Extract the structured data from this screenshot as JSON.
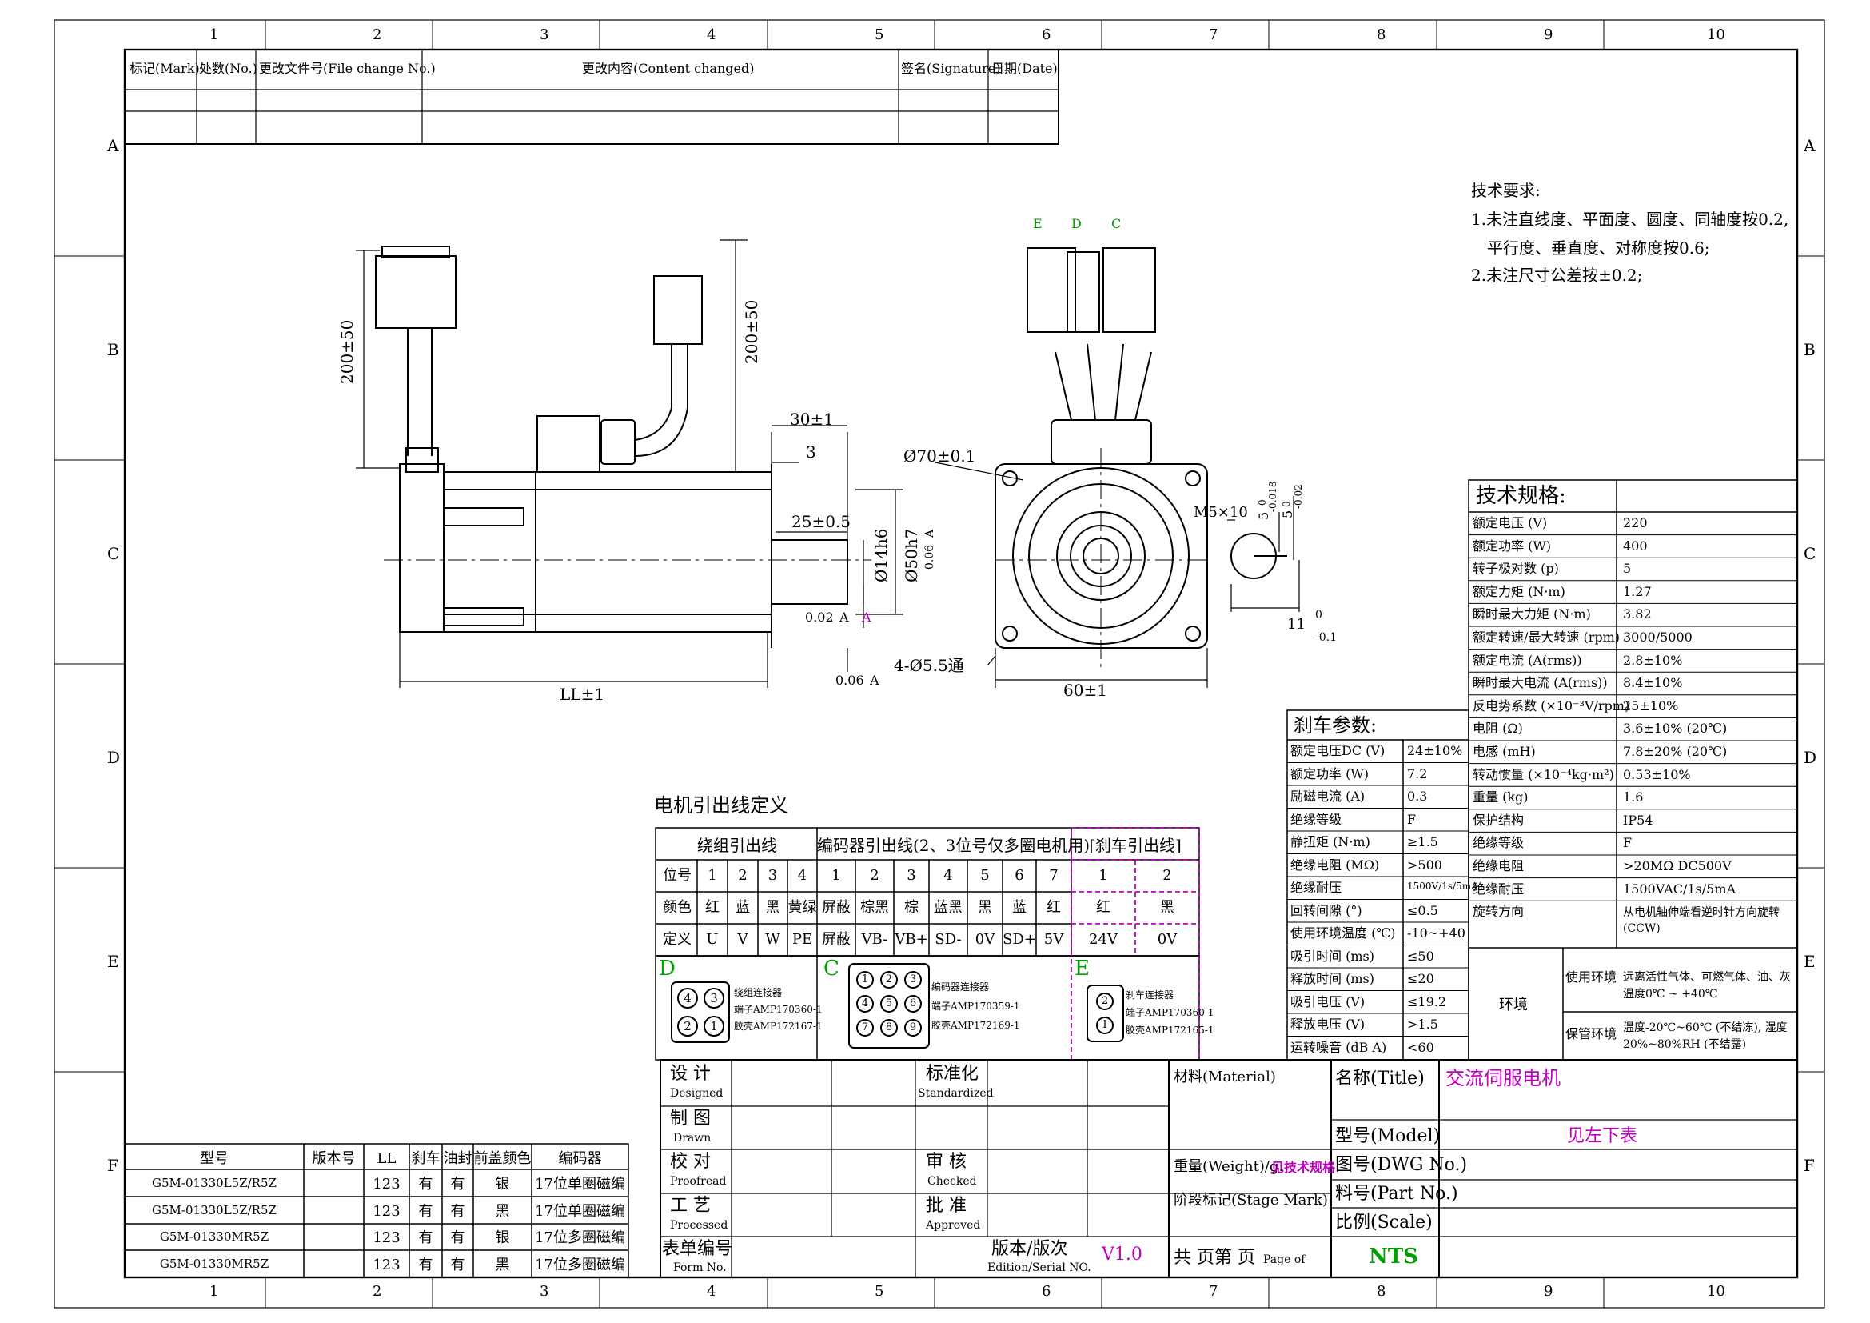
{
  "frame": {
    "cols": [
      "1",
      "2",
      "3",
      "4",
      "5",
      "6",
      "7",
      "8",
      "9",
      "10"
    ],
    "rows": [
      "A",
      "B",
      "C",
      "D",
      "E",
      "F"
    ]
  },
  "revision": {
    "headers": [
      "标记(Mark)",
      "处数(No.)",
      "更改文件号(File change No.)",
      "更改内容(Content changed)",
      "签名(Signature)",
      "日期(Date)"
    ]
  },
  "tech_req": {
    "title": "技术要求:",
    "line1": "1.未注直线度、平面度、圆度、同轴度按0.2,",
    "line2": "平行度、垂直度、对称度按0.6;",
    "line3": "2.未注尺寸公差按±0.2;"
  },
  "drawing": {
    "dim_200_left": "200±50",
    "dim_200_right": "200±50",
    "dim_30": "30±1",
    "dim_3": "3",
    "dim_25": "25±0.5",
    "dim_14": "Ø14h6",
    "dim_50": "Ø50h7",
    "tol_006_a": "0.06",
    "tol_a": "A",
    "runout_val": "0.02",
    "runout_ref": "A",
    "datum": "A",
    "perp_val": "0.06",
    "perp_ref": "A",
    "dim_ll": "LL±1",
    "dim_70": "Ø70±0.1",
    "dim_holes": "4-Ø5.5通",
    "dim_60": "60±1",
    "dim_m5": "M5×10",
    "dim_5_top": "5",
    "dim_5_upper": "0",
    "dim_5_lower": "-0.018",
    "dim_11": "11",
    "dim_11_upper": "0",
    "dim_11_lower": "-0.1",
    "dim_5_side": "5",
    "dim_5_side_tol": "-0.02",
    "dim_5_side_up": "0",
    "lbl_e": "E",
    "lbl_d": "D",
    "lbl_c": "C"
  },
  "specs": {
    "title": "技术规格:",
    "rows": [
      {
        "k": "额定电压 (V)",
        "v": "220"
      },
      {
        "k": "额定功率 (W)",
        "v": "400"
      },
      {
        "k": "转子极对数 (p)",
        "v": "5"
      },
      {
        "k": "额定力矩 (N·m)",
        "v": "1.27"
      },
      {
        "k": "瞬时最大力矩 (N·m)",
        "v": "3.82"
      },
      {
        "k": "额定转速/最大转速 (rpm)",
        "v": "3000/5000"
      },
      {
        "k": "额定电流 (A(rms))",
        "v": "2.8±10%"
      },
      {
        "k": "瞬时最大电流 (A(rms))",
        "v": "8.4±10%"
      },
      {
        "k": "反电势系数 (×10⁻³V/rpm)",
        "v": "25±10%"
      },
      {
        "k": "电阻 (Ω)",
        "v": "3.6±10% (20℃)"
      },
      {
        "k": "电感 (mH)",
        "v": "7.8±20% (20℃)"
      },
      {
        "k": "转动惯量 (×10⁻⁴kg·m²)",
        "v": "0.53±10%"
      },
      {
        "k": "重量 (kg)",
        "v": "1.6"
      },
      {
        "k": "保护结构",
        "v": "IP54"
      },
      {
        "k": "绝缘等级",
        "v": "F"
      },
      {
        "k": "绝缘电阻",
        "v": ">20MΩ      DC500V"
      },
      {
        "k": "绝缘耐压",
        "v": "1500VAC/1s/5mA"
      },
      {
        "k": "旋转方向",
        "v": "从电机轴伸端看逆时针方向旋转 (CCW)"
      }
    ],
    "env_label": "环境",
    "env_use_label": "使用环境",
    "env_use": "远离活性气体、可燃气体、油、灰 温度0℃ ~ +40℃",
    "env_store_label": "保管环境",
    "env_store": "温度-20℃~60℃ (不结冻), 湿度 20%~80%RH (不结露)"
  },
  "brake": {
    "title": "刹车参数:",
    "rows": [
      {
        "k": "额定电压DC (V)",
        "v": "24±10%"
      },
      {
        "k": "额定功率 (W)",
        "v": "7.2"
      },
      {
        "k": "励磁电流 (A)",
        "v": "0.3"
      },
      {
        "k": "绝缘等级",
        "v": "F"
      },
      {
        "k": "静扭矩 (N·m)",
        "v": "≥1.5"
      },
      {
        "k": "绝缘电阻 (MΩ)",
        "v": ">500"
      },
      {
        "k": "绝缘耐压",
        "v": "1500V/1s/5mA"
      },
      {
        "k": "回转间隙 (°)",
        "v": "≤0.5"
      },
      {
        "k": "使用环境温度 (℃)",
        "v": "-10~+40"
      },
      {
        "k": "吸引时间 (ms)",
        "v": "≤50"
      },
      {
        "k": "释放时间 (ms)",
        "v": "≤20"
      },
      {
        "k": "吸引电压 (V)",
        "v": "≤19.2"
      },
      {
        "k": "释放电压 (V)",
        "v": ">1.5"
      },
      {
        "k": "运转噪音 (dB A)",
        "v": "<60"
      }
    ]
  },
  "leads": {
    "title": "电机引出线定义",
    "winding_title": "绕组引出线",
    "encoder_title": "编码器引出线(2、3位号仅多圈电机用)",
    "brake_title": "[刹车引出线]",
    "row_pos": "位号",
    "row_color": "颜色",
    "row_def": "定义",
    "winding": {
      "pos": [
        "1",
        "2",
        "3",
        "4"
      ],
      "color": [
        "红",
        "蓝",
        "黑",
        "黄绿"
      ],
      "def": [
        "U",
        "V",
        "W",
        "PE"
      ]
    },
    "encoder": {
      "pos": [
        "1",
        "2",
        "3",
        "4",
        "5",
        "6",
        "7"
      ],
      "color": [
        "屏蔽",
        "棕黑",
        "棕",
        "蓝黑",
        "黑",
        "蓝",
        "红"
      ],
      "def": [
        "屏蔽",
        "VB-",
        "VB+",
        "SD-",
        "0V",
        "SD+",
        "5V"
      ]
    },
    "brakelead": {
      "pos": [
        "1",
        "2"
      ],
      "color": [
        "红",
        "黑"
      ],
      "def": [
        "24V",
        "0V"
      ]
    },
    "conn_d_letter": "D",
    "conn_d_text": [
      "绕组连接器",
      "端子AMP170360-1",
      "胶壳AMP172167-1"
    ],
    "conn_d_pins": [
      "4",
      "3",
      "2",
      "1"
    ],
    "conn_c_letter": "C",
    "conn_c_text": [
      "编码器连接器",
      "端子AMP170359-1",
      "胶壳AMP172169-1"
    ],
    "conn_c_pins": [
      "1",
      "4",
      "7",
      "2",
      "5",
      "8",
      "3",
      "6",
      "9"
    ],
    "conn_e_letter": "E",
    "conn_e_text": [
      "刹车连接器",
      "端子AMP170360-1",
      "胶壳AMP172165-1"
    ],
    "conn_e_pins": [
      "2",
      "1"
    ]
  },
  "title_block": {
    "design": "设 计",
    "design_en": "Designed",
    "drawn": "制 图",
    "drawn_en": "Drawn",
    "proof": "校 对",
    "proof_en": "Proofread",
    "process": "工 艺",
    "process_en": "Processed",
    "form": "表单编号",
    "form_en": "Form No.",
    "standard": "标准化",
    "standard_en": "Standardized",
    "checked": "审 核",
    "checked_en": "Checked",
    "approved": "批 准",
    "approved_en": "Approved",
    "edition": "版本/版次",
    "edition_en": "Edition/Serial NO.",
    "edition_val": "V1.0",
    "material": "材料(Material)",
    "weight": "重量(Weight)/g:",
    "weight_val": "见技术规格",
    "stage": "阶段标记(Stage Mark)",
    "pages": "共 页第 页",
    "pages_en": "Page  of",
    "name": "名称(Title)",
    "name_val": "交流伺服电机",
    "model": "型号(Model)",
    "model_val": "见左下表",
    "dwg": "图号(DWG No.)",
    "part": "料号(Part No.)",
    "scale": "比例(Scale)",
    "scale_val": "NTS"
  },
  "model_table": {
    "headers": [
      "型号",
      "版本号",
      "LL",
      "刹车",
      "油封",
      "前盖颜色",
      "编码器"
    ],
    "rows": [
      [
        "G5M-01330L5Z/R5Z",
        "",
        "123",
        "有",
        "有",
        "银",
        "17位单圈磁编"
      ],
      [
        "G5M-01330L5Z/R5Z",
        "",
        "123",
        "有",
        "有",
        "黑",
        "17位单圈磁编"
      ],
      [
        "G5M-01330MR5Z",
        "",
        "123",
        "有",
        "有",
        "银",
        "17位多圈磁编"
      ],
      [
        "G5M-01330MR5Z",
        "",
        "123",
        "有",
        "有",
        "黑",
        "17位多圈磁编"
      ]
    ]
  }
}
